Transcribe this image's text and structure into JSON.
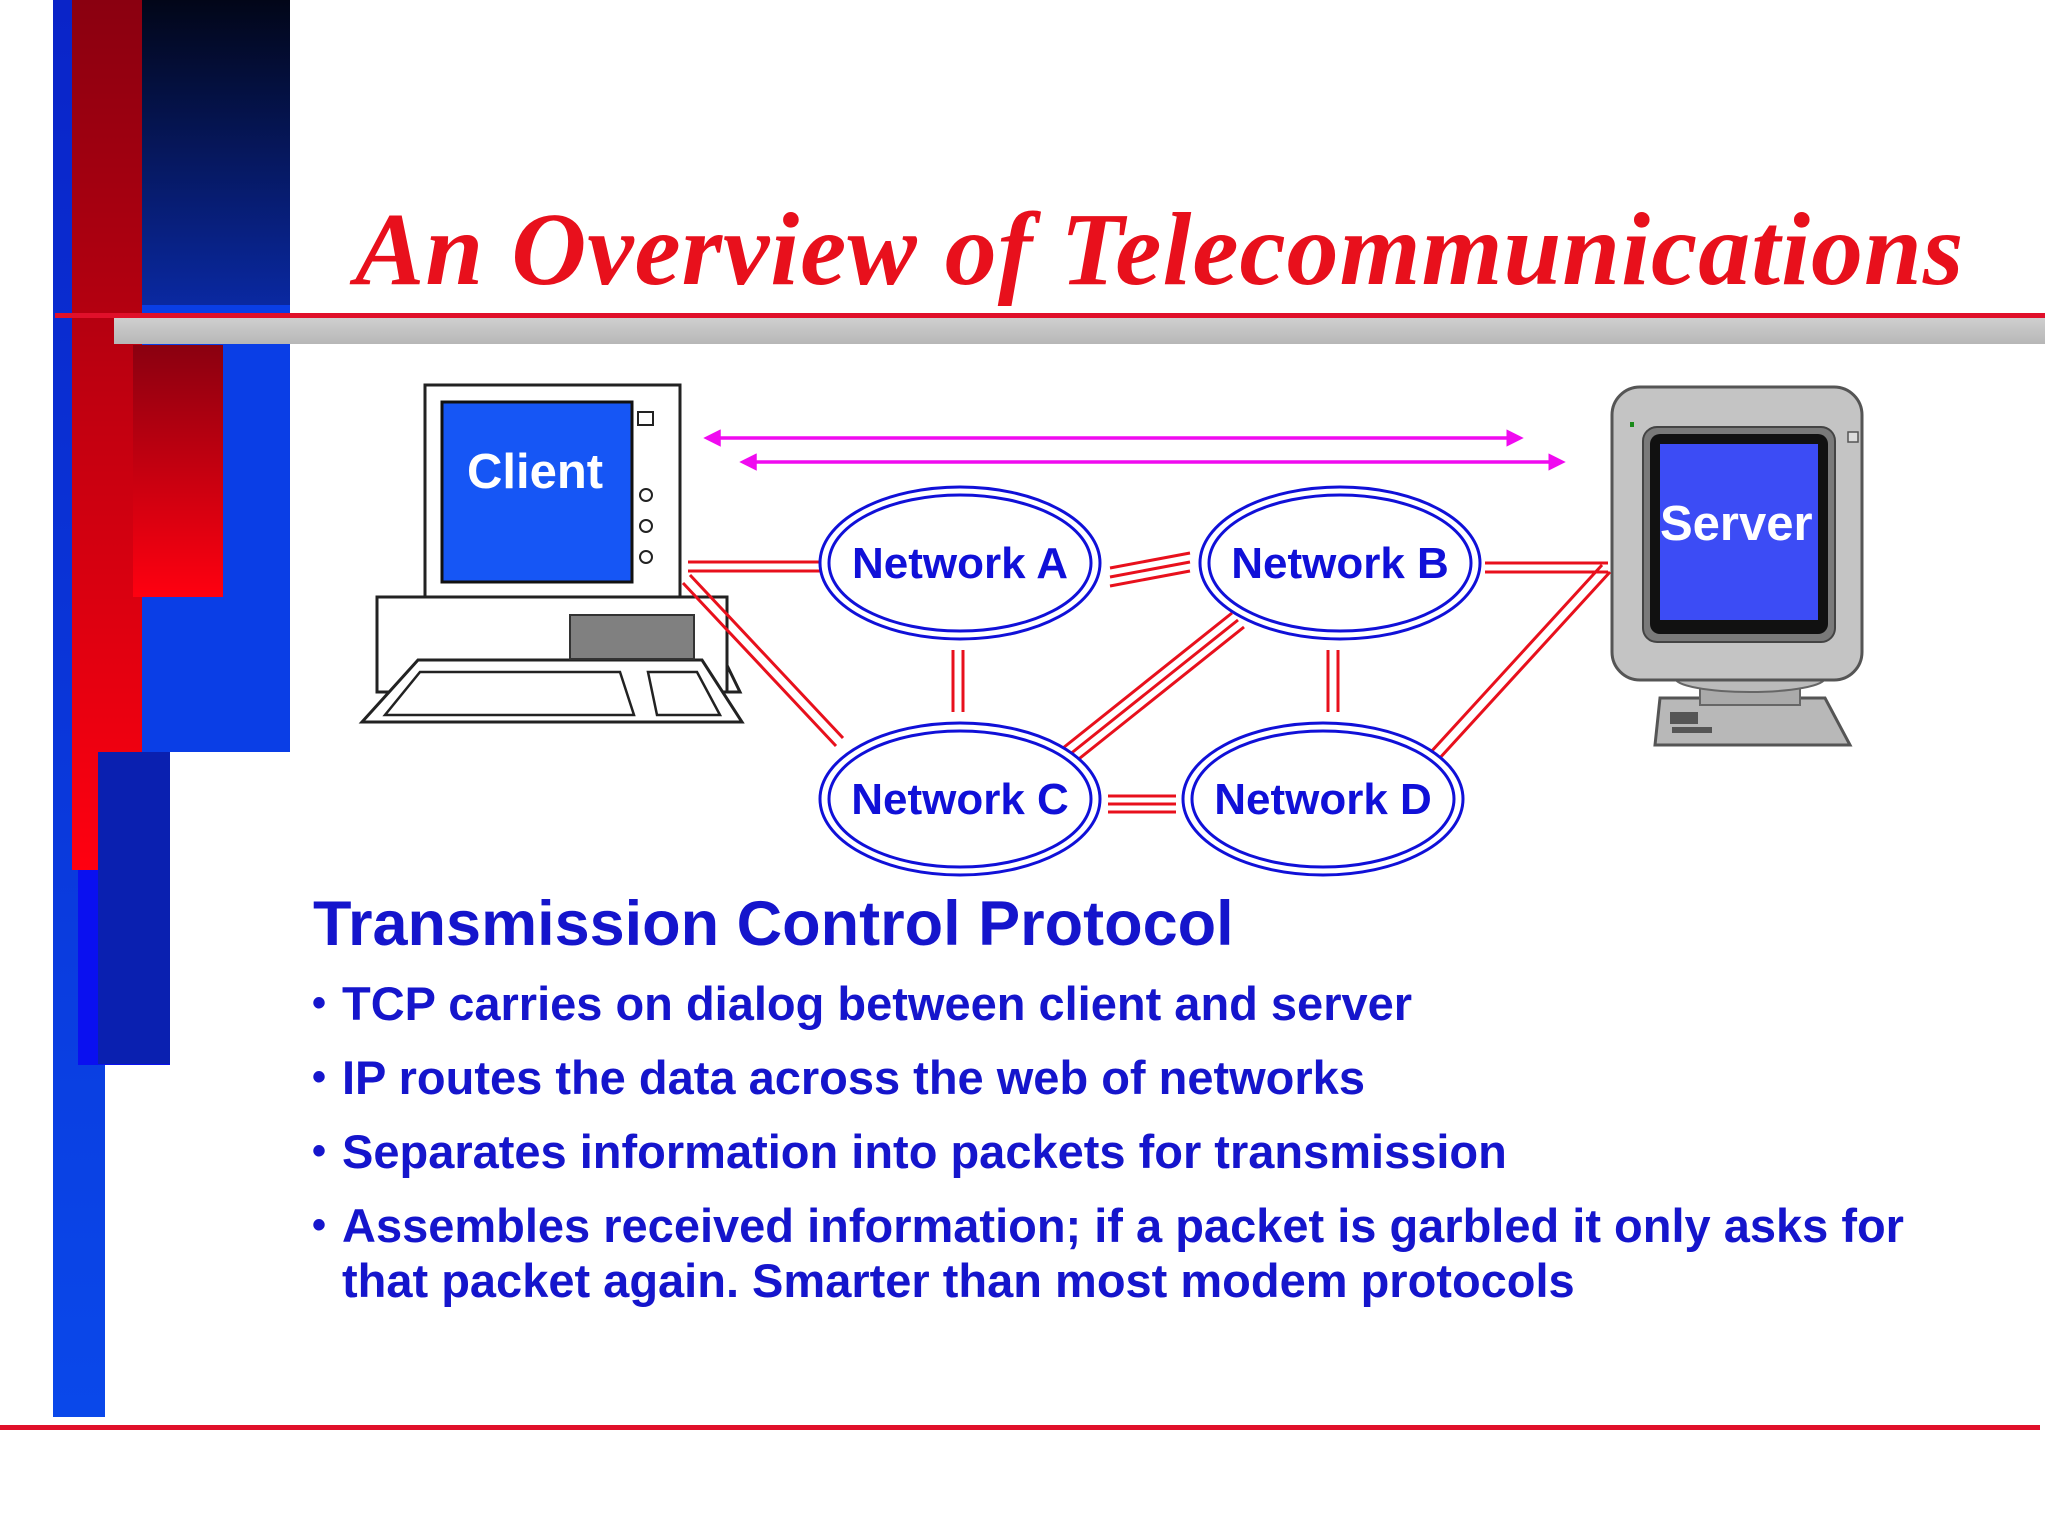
{
  "slide": {
    "title": "An Overview of Telecommunications",
    "heading": "Transmission Control Protocol",
    "bullets": [
      "TCP carries on dialog between client and server",
      "IP routes the data across the web of networks",
      "Separates information into packets for transmission",
      "Assembles received information;  if a packet is garbled it only asks for that packet again. Smarter than most modem protocols"
    ],
    "bullet_marker": "•"
  },
  "diagram": {
    "client_label": "Client",
    "server_label": "Server",
    "networks": [
      "Network A",
      "Network B",
      "Network C",
      "Network D"
    ]
  },
  "colors": {
    "title": "#e8101c",
    "text_blue": "#1515cc",
    "screen_blue": "#1656f5",
    "link_red": "#e8101c",
    "arrow_magenta": "#f00af0",
    "accent_red": "#ff0010",
    "accent_blue": "#0a2ee0"
  }
}
